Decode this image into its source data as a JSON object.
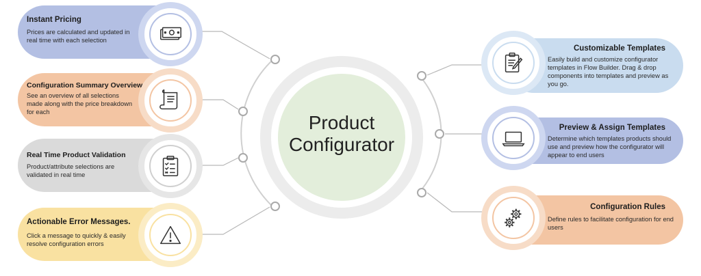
{
  "center": {
    "line1": "Product",
    "line2": "Configurator"
  },
  "left_cards": [
    {
      "title": "Instant Pricing",
      "desc": "Prices are calculated and updated in real time with each selection",
      "icon": "money-icon",
      "color": "#b3bfe3",
      "ring": "#ced7f0"
    },
    {
      "title": "Configuration Summary Overview",
      "desc": "See an overview of all selections made along with the price breakdown for each",
      "icon": "scroll-icon",
      "color": "#f3c5a3",
      "ring": "#f7dcc7"
    },
    {
      "title": "Real Time Product Validation",
      "desc": "Product/attribute selections are validated in real time",
      "icon": "clipboard-checklist-icon",
      "color": "#dadada",
      "ring": "#e6e6e6"
    },
    {
      "title": "Actionable Error Messages.",
      "desc": "Click a message to quickly & easily resolve configuration errors",
      "icon": "warning-icon",
      "color": "#f9e1a1",
      "ring": "#fbecc5"
    }
  ],
  "right_cards": [
    {
      "title": "Customizable Templates",
      "desc": "Easily build and customize configurator templates in Flow Builder. Drag & drop components into templates and preview as you go.",
      "icon": "template-edit-icon",
      "color": "#c9dcef",
      "ring": "#dce8f5"
    },
    {
      "title": "Preview & Assign Templates",
      "desc": "Determine which templates products should use and preview how the configurator will appear to end users",
      "icon": "laptop-icon",
      "color": "#b3bfe3",
      "ring": "#ced7f0"
    },
    {
      "title": "Configuration Rules",
      "desc": "Define rules to facilitate configuration for end users",
      "icon": "gears-icon",
      "color": "#f3c5a3",
      "ring": "#f7dcc7"
    }
  ]
}
